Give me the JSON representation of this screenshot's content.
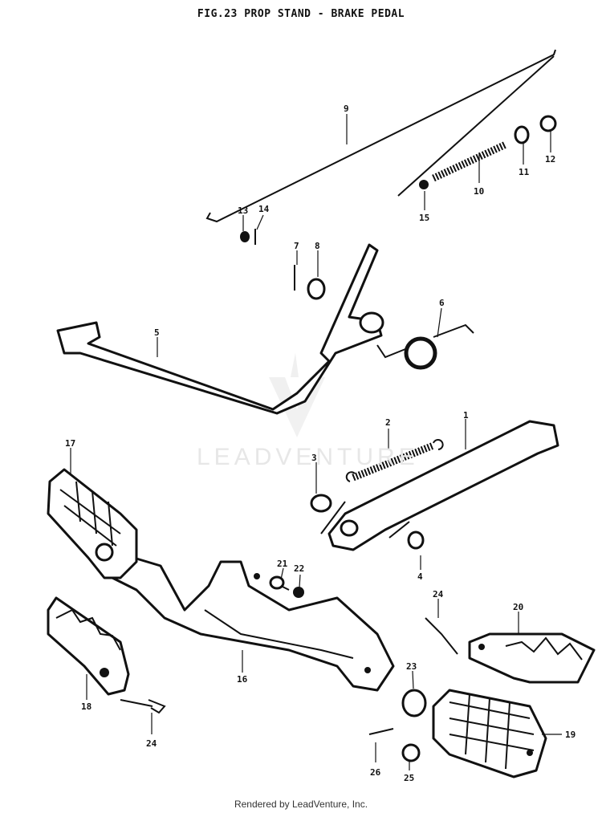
{
  "title": "FIG.23  PROP STAND - BRAKE PEDAL",
  "watermark": "LEADVENTURE",
  "footer": "Rendered by LeadVenture, Inc.",
  "callouts": [
    "1",
    "2",
    "3",
    "4",
    "5",
    "6",
    "7",
    "8",
    "9",
    "10",
    "11",
    "12",
    "13",
    "14",
    "15",
    "16",
    "17",
    "18",
    "19",
    "20",
    "21",
    "22",
    "23",
    "24",
    "25",
    "26"
  ]
}
